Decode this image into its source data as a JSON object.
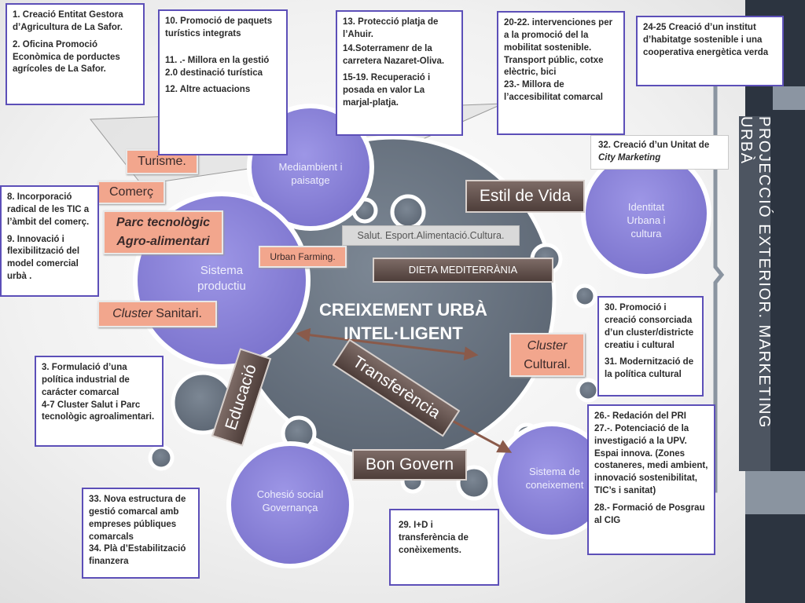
{
  "side_title": "PROJECCIÓ EXTERIOR. MARKETING URBÀ",
  "center": {
    "title_line1": "CREIXEMENT URBÀ",
    "title_line2": "INTEL·LIGENT"
  },
  "circles": {
    "mediambient": "Mediambient i paisatge",
    "sistema_productiu": "Sistema productiu",
    "identitat": "Identitat Urbana i cultura",
    "sistema_coneixement": "Sistema de coneixement",
    "cohesio": "Cohesió social Governança"
  },
  "labels": {
    "turisme": "Turisme.",
    "comerc": "Comerç",
    "parc_line1": "Parc tecnològic",
    "parc_line2": "Agro-alimentari",
    "urban_farming": "Urban Farming.",
    "cluster_sanitari_1": "Cluster",
    "cluster_sanitari_2": " Sanitari.",
    "cluster_cultural_1": "Cluster",
    "cluster_cultural_2": "Cultural.",
    "estil_vida": "Estil de Vida",
    "salut": "Salut. Esport.Alimentació.Cultura.",
    "dieta": "DIETA MEDITERRÀNIA",
    "educacio": "Educació",
    "transferencia": "Transferència",
    "bon_govern": "Bon Govern"
  },
  "boxes": {
    "b1": [
      "1. Creació Entitat Gestora d’Agricultura de  La Safor.",
      "2. Oficina Promoció Econòmica de porductes agrícoles de La Safor."
    ],
    "b2": [
      "10. Promoció de paquets turístics integrats",
      "11. .- Millora en la gestió 2.0 destinació turística",
      "12. Altre actuacions"
    ],
    "b3": [
      "13. Protecció platja de l’Ahuir.",
      "14.Soterramenr de la carretera Nazaret-Oliva.",
      "15-19. Recuperació i posada en valor La marjal-platja."
    ],
    "b4": [
      "20-22. intervenciones per a la promoció del la mobilitat sostenible. Transport públic, cotxe elèctric, bici",
      "23.- Millora de l’accesibilitat comarcal"
    ],
    "b5": [
      "24-25 Creació d’un institut d’habitatge sostenible i una cooperativa energètica verda"
    ],
    "b6_prefix": "32. Creació d’un Unitat de ",
    "b6_em": "City Marketing",
    "b7": [
      "8. Incorporació radical de les TIC a l’àmbit del comerç.",
      "9. Innovació i flexibilització del model comercial urbà ."
    ],
    "b8": [
      "3. Formulació d’una política industrial de carácter comarcal",
      "4-7 Cluster Salut i Parc tecnològic agroalimentari."
    ],
    "b9": [
      "30. Promoció i creació consorciada d’un cluster/districte creatiu i cultural",
      "31. Modernització de la política cultural"
    ],
    "b10": [
      "26.- Redación del PRI",
      "27.-. Potenciació de la investigació a la UPV. Espai innova. (Zones costaneres, medi ambient, innovació sostenibilitat, TIC’s i sanitat)",
      "28.- Formació de Posgrau al CIG"
    ],
    "b11": [
      "33. Nova estructura de gestió comarcal amb empreses públiques comarcals",
      "34. Plà d’Estabilització finanzera"
    ],
    "b12": [
      "29. I+D i transferència de conèixements."
    ]
  },
  "colors": {
    "circle_purple": "#8a82d9",
    "circle_grey": "#6b7684",
    "box_border": "#5c4fb8",
    "salmon": "#f2a68d",
    "brown": "#5e4c47",
    "dark_panel": "#2c3440"
  }
}
